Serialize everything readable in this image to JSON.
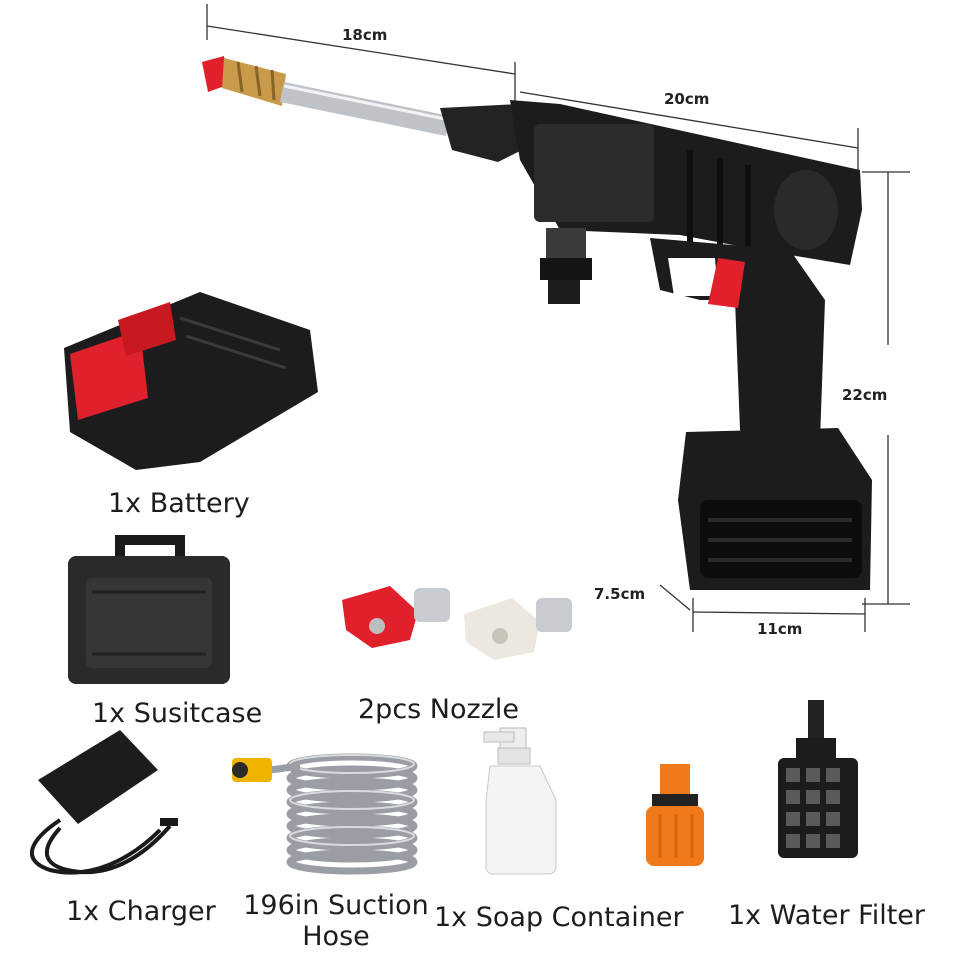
{
  "dimensions": {
    "length_nozzle": "18cm",
    "length_body": "20cm",
    "height": "22cm",
    "battery_depth": "7.5cm",
    "battery_width": "11cm"
  },
  "items": {
    "battery": "1x Battery",
    "suitcase": "1x Susitcase",
    "nozzle": "2pcs Nozzle",
    "charger": "1x Charger",
    "hose_line1": "196in Suction",
    "hose_line2": "Hose",
    "soap": "1x Soap Container",
    "filter": "1x Water Filter"
  },
  "colors": {
    "accent_red": "#e0202a",
    "body_black": "#1c1c1e",
    "nozzle_white": "#ece8e0",
    "connector_orange": "#f07a1a",
    "brass": "#c89a4a"
  }
}
